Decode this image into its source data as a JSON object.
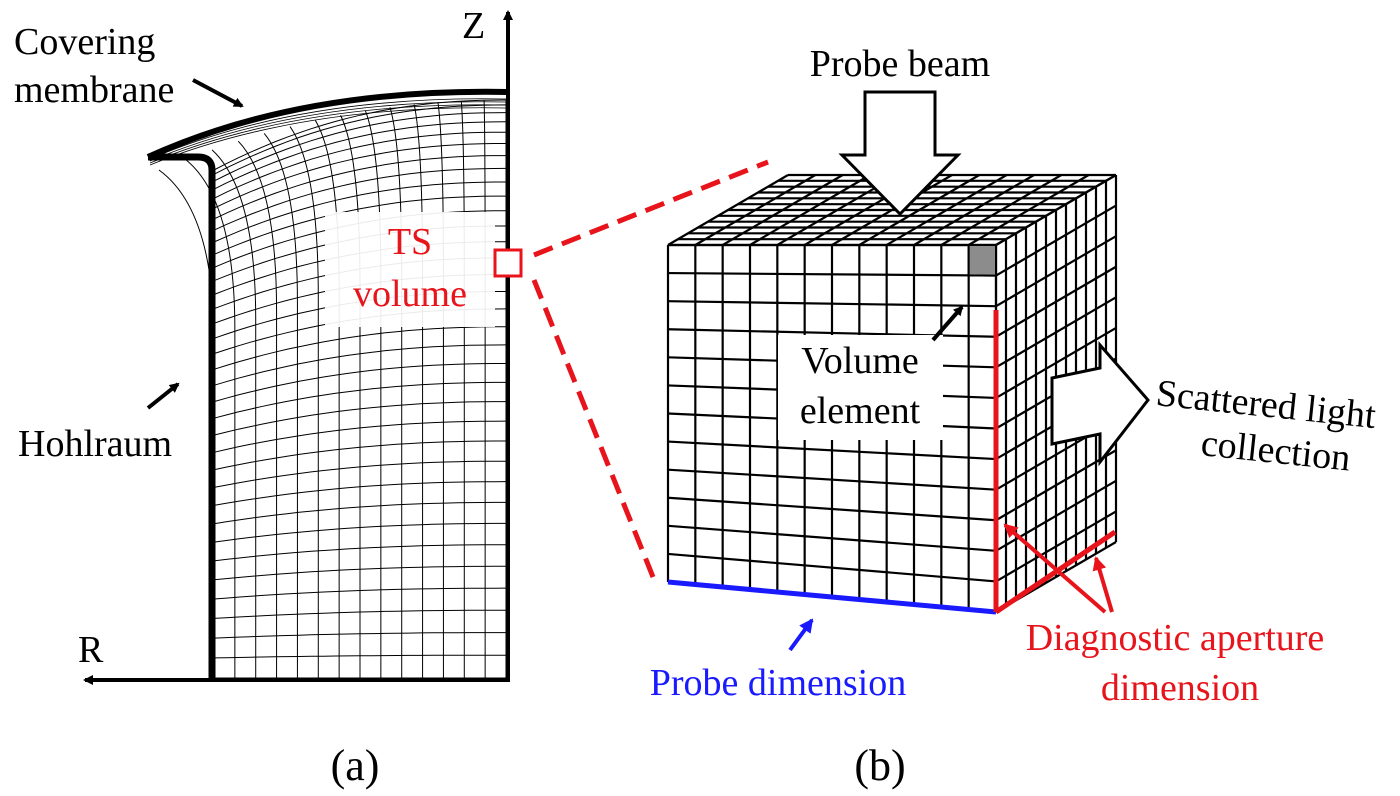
{
  "panel_a": {
    "label": "(a)",
    "axis_z": "Z",
    "axis_r": "R",
    "covering_membrane_line1": "Covering",
    "covering_membrane_line2": "membrane",
    "hohlraum": "Hohlraum",
    "ts_volume_line1": "TS",
    "ts_volume_line2": "volume"
  },
  "panel_b": {
    "label": "(b)",
    "probe_beam": "Probe beam",
    "volume_element_line1": "Volume",
    "volume_element_line2": "element",
    "scattered_line1": "Scattered light",
    "scattered_line2": "collection",
    "probe_dimension": "Probe dimension",
    "diagnostic_line1": "Diagnostic aperture",
    "diagnostic_line2": "dimension"
  },
  "colors": {
    "red": "#e8141b",
    "blue": "#1a1aff",
    "black": "#000000",
    "highlight_cell": "#8c8c8c"
  },
  "icons": [
    "arrow-icon",
    "block-arrow-icon"
  ]
}
